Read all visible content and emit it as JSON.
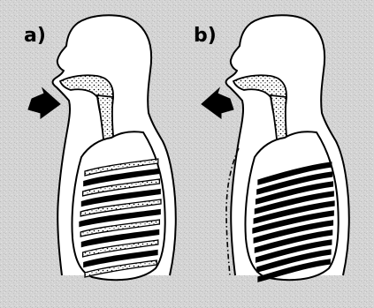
{
  "figure": {
    "background_color": "#d6d6d6",
    "ink_color": "#000000",
    "panels": [
      {
        "label": "a)",
        "arrow_direction": "inward",
        "chest_state": "expanded",
        "body_outline": "solid"
      },
      {
        "label": "b)",
        "arrow_direction": "outward",
        "chest_state": "contracted",
        "body_outline": "solid-with-dashed-expanded-outline"
      }
    ]
  }
}
